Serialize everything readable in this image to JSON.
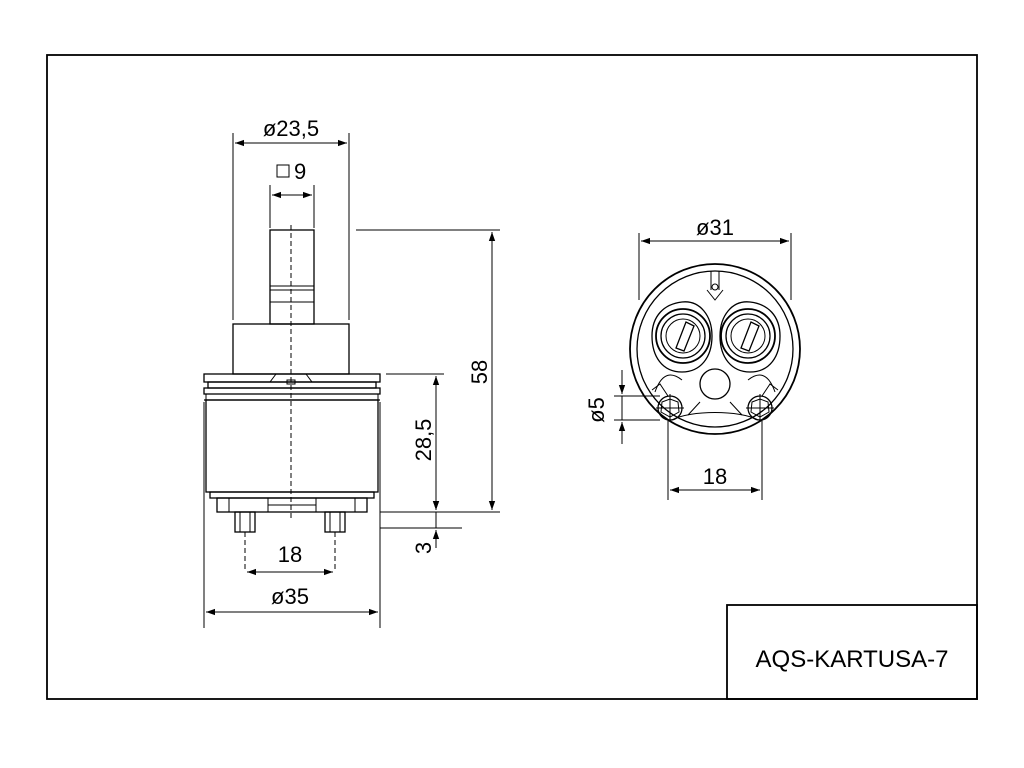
{
  "drawing": {
    "part_code": "AQS-KARTUSA-7",
    "side_view": {
      "top_body_diameter": "ø23,5",
      "stem_square": "9",
      "total_height": "58",
      "body_height": "28,5",
      "pin_height": "3",
      "pin_spacing": "18",
      "base_diameter": "ø35"
    },
    "bottom_view": {
      "outer_diameter": "ø31",
      "pin_diameter": "ø5",
      "pin_spacing": "18"
    }
  }
}
